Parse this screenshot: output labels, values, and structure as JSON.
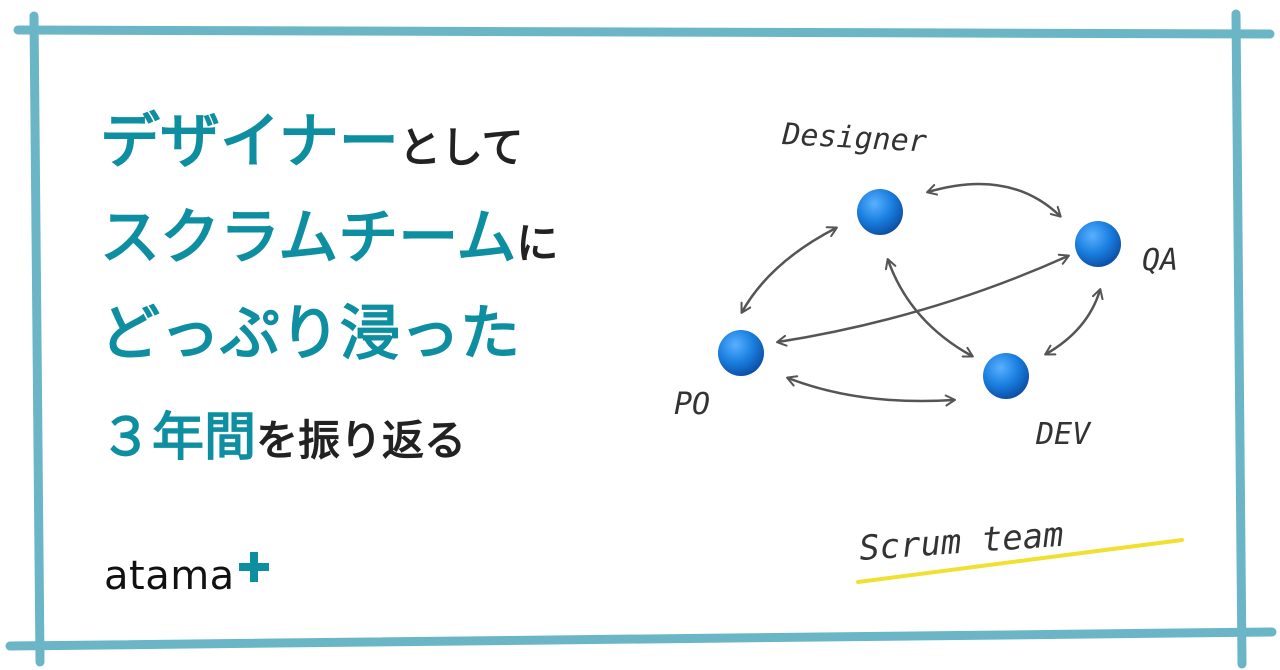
{
  "headline": {
    "line1": {
      "accent": "デザイナー",
      "plain": "として"
    },
    "line2": {
      "accent": "スクラムチーム",
      "plain": "に"
    },
    "line3": {
      "accent": "どっぷり浸った"
    },
    "line4": {
      "accent": "３年間",
      "plain": "を振り返る"
    }
  },
  "logo": {
    "text": "atama"
  },
  "diagram": {
    "labels": {
      "designer": "Designer",
      "qa": "QA",
      "po": "PO",
      "dev": "DEV",
      "team": "Scrum team"
    }
  },
  "colors": {
    "accent": "#0e8fa1",
    "frame": "#5aaec0",
    "node": "#1a7fe0",
    "underline": "#f0e030",
    "arrow": "#555555"
  }
}
